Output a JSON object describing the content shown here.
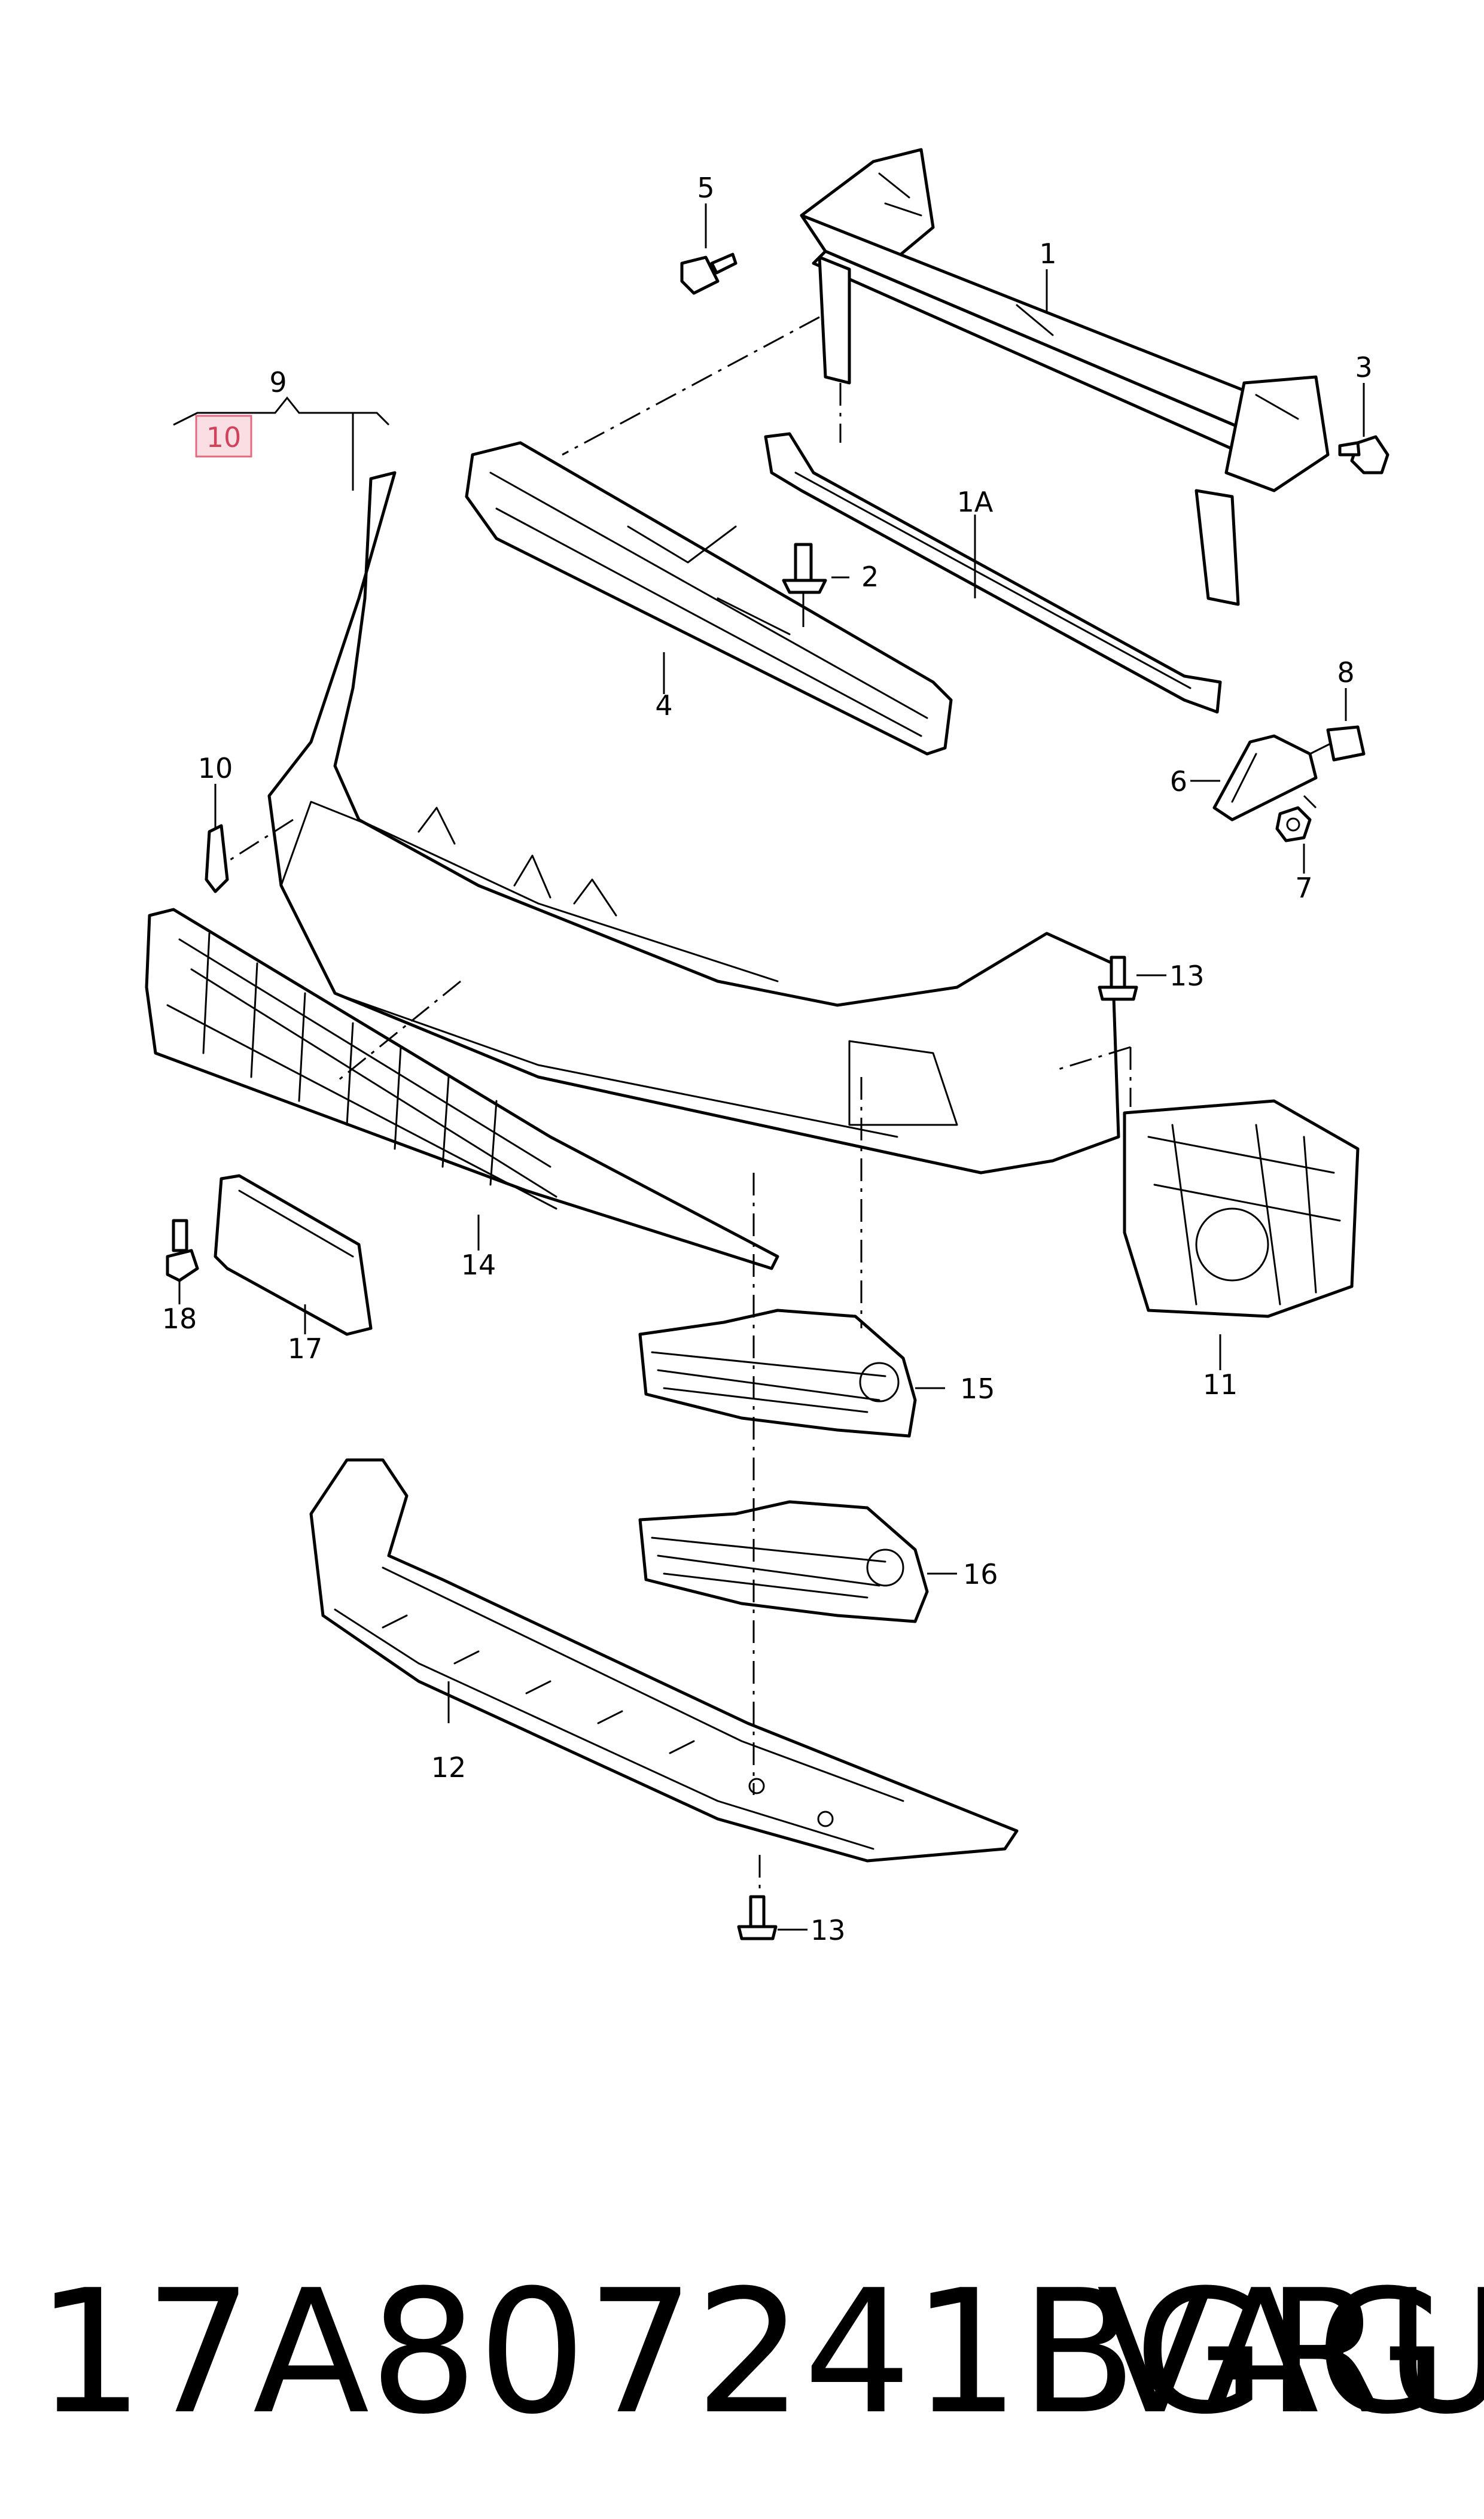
{
  "diagram": {
    "callouts": {
      "c1": "1",
      "c1A": "1A",
      "c2": "2",
      "c3": "3",
      "c4": "4",
      "c5": "5",
      "c6": "6",
      "c7": "7",
      "c8": "8",
      "c9": "9",
      "c10_highlight": "10",
      "c10": "10",
      "c11": "11",
      "c12": "12",
      "c13_a": "13",
      "c13_b": "13",
      "c14": "14",
      "c15": "15",
      "c16": "16",
      "c17": "17",
      "c18": "18"
    },
    "highlighted_part": "10",
    "highlight_color": "#e06b80"
  },
  "footer": {
    "part_number": "17A807241BGRU",
    "brand": "VAG"
  }
}
